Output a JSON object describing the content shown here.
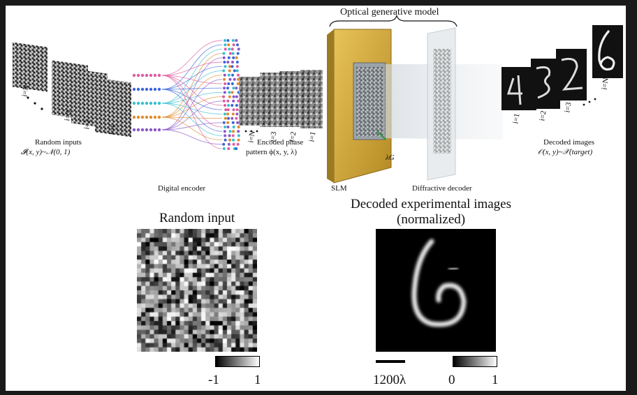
{
  "diagram": {
    "top_title": "Optical generative model",
    "random_inputs_label": "Random inputs",
    "random_inputs_formula": "𝓘(x, y)~𝒩(0, 1)",
    "stack_label_iN": "i=N",
    "stack_label_i3": "i=3",
    "stack_label_i2": "i=2",
    "stack_label_i1": "i=1",
    "digital_encoder_label": "Digital encoder",
    "encoded_phase_line1": "Encoded phase",
    "encoded_phase_line2": "pattern ϕ(x, y, λ)",
    "phase_label_iN": "i=N",
    "phase_label_i3": "i=3",
    "phase_label_i2": "i=2",
    "phase_label_i1": "i=1",
    "lambda_g": "λG",
    "slm_label": "SLM",
    "diffractive_decoder_label": "Diffractive decoder",
    "decoded_images_label": "Decoded images",
    "decoded_images_formula": "𝒪(x, y)~𝒳(target)",
    "decoded_i1": "i=1",
    "decoded_i2": "i=2",
    "decoded_i3": "i=3",
    "decoded_iN": "i=N"
  },
  "bottom_left": {
    "title": "Random input",
    "colorbar_min": "-1",
    "colorbar_max": "1"
  },
  "bottom_right": {
    "title_line1": "Decoded experimental images",
    "title_line2": "(normalized)",
    "scalebar_label": "1200λ",
    "colorbar_min": "0",
    "colorbar_max": "1"
  },
  "colors": {
    "slm_gold": "#d4aa3a",
    "link_pink": "#e05aa0",
    "link_blue": "#3a66d8",
    "link_cyan": "#35c0d0",
    "link_orange": "#e08a2a",
    "link_purple": "#8a55c8"
  }
}
